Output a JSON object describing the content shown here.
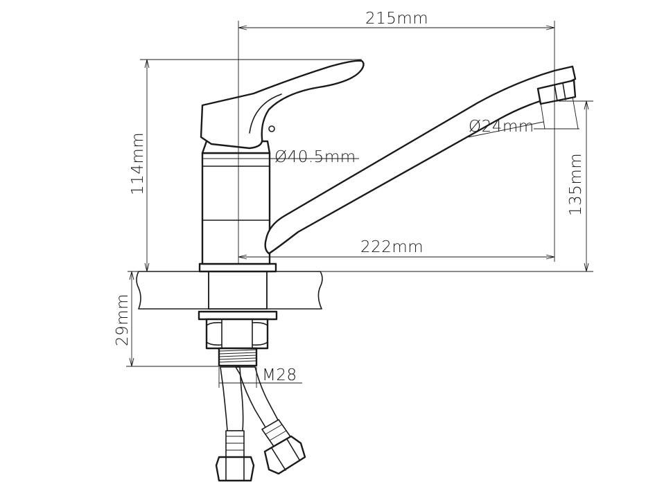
{
  "dimensions": {
    "width_top": "215mm",
    "diameter_body": "Ø40.5mm",
    "diameter_spout": "Ø24mm",
    "spout_reach": "222mm",
    "height_total": "114mm",
    "height_spout": "135mm",
    "height_mount": "29mm",
    "thread": "M28"
  }
}
